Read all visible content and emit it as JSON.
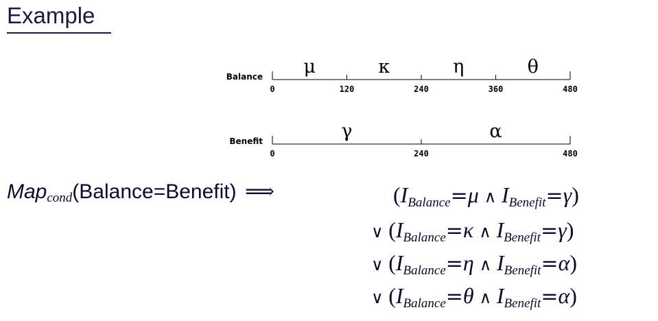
{
  "slide": {
    "title": "Example"
  },
  "chart_data": [
    {
      "type": "interval-axis",
      "axis_label": "Balance",
      "ticks": [
        0,
        120,
        240,
        360,
        480
      ],
      "tick_labels": [
        "0",
        "120",
        "240",
        "360",
        "480"
      ],
      "intervals": [
        {
          "label": "μ",
          "from": 0,
          "to": 120
        },
        {
          "label": "κ",
          "from": 120,
          "to": 240
        },
        {
          "label": "η",
          "from": 240,
          "to": 360
        },
        {
          "label": "θ",
          "from": 360,
          "to": 480
        }
      ]
    },
    {
      "type": "interval-axis",
      "axis_label": "Benefit",
      "ticks": [
        0,
        240,
        480
      ],
      "tick_labels": [
        "0",
        "240",
        "480"
      ],
      "intervals": [
        {
          "label": "γ",
          "from": 0,
          "to": 240
        },
        {
          "label": "α",
          "from": 240,
          "to": 480
        }
      ]
    }
  ],
  "formula": {
    "map_word": "Map",
    "map_subscript": "cond",
    "map_argument": "(Balance=Benefit)",
    "implies": "⟹",
    "terms": [
      {
        "connector": "",
        "lhs_sub": "Balance",
        "lhs_val": "μ",
        "rhs_sub": "Benefit",
        "rhs_val": "γ"
      },
      {
        "connector": "∨",
        "lhs_sub": "Balance",
        "lhs_val": "κ",
        "rhs_sub": "Benefit",
        "rhs_val": "γ"
      },
      {
        "connector": "∨",
        "lhs_sub": "Balance",
        "lhs_val": "η",
        "rhs_sub": "Benefit",
        "rhs_val": "α"
      },
      {
        "connector": "∨",
        "lhs_sub": "Balance",
        "lhs_val": "θ",
        "rhs_sub": "Benefit",
        "rhs_val": "α"
      }
    ],
    "and_symbol": "∧",
    "var_letter": "I",
    "equals": "="
  }
}
